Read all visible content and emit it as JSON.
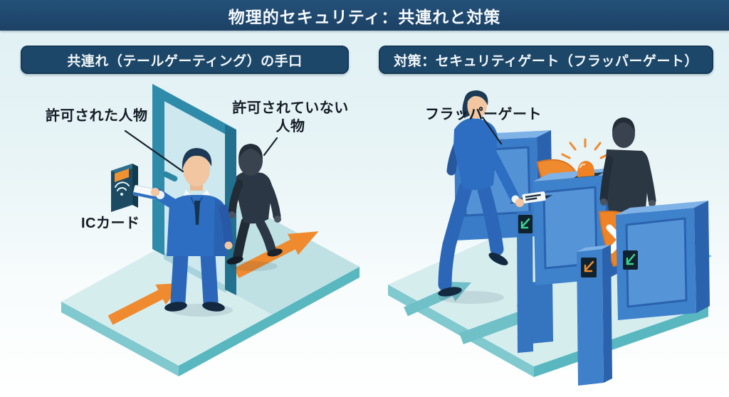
{
  "header": {
    "title": "物理的セキュリティ：共連れと対策"
  },
  "left_panel": {
    "title": "共連れ（テールゲーティング）の手口",
    "labels": {
      "authorized": "許可された人物",
      "unauthorized_line1": "許可されていない",
      "unauthorized_line2": "人物",
      "ic_card": "ICカード"
    },
    "icons": [
      "door",
      "ic-card-reader",
      "contactless-waves-icon",
      "direction-arrow"
    ]
  },
  "right_panel": {
    "title": "対策：セキュリティゲート（フラッパーゲート）",
    "labels": {
      "flapper_gate": "フラッパーゲート"
    },
    "icons": [
      "flapper-gate",
      "alarm-beacon-icon",
      "lane-arrow-icon",
      "blocked-x-icon",
      "card-reader"
    ]
  },
  "colors": {
    "header_navy": "#1F4A6E",
    "pill_navy": "#1D4768",
    "arrow_orange": "#F08A2E",
    "alarm_orange": "#F08224",
    "gate_blue": "#3F82CC",
    "floor_teal_light": "#D6EDEE",
    "floor_teal_edge": "#58B7BF",
    "lane_teal": "#6FC0C7",
    "suit_blue": "#2E6EC2",
    "silhouette_dark": "#2B3744",
    "label_text": "#141C26"
  }
}
